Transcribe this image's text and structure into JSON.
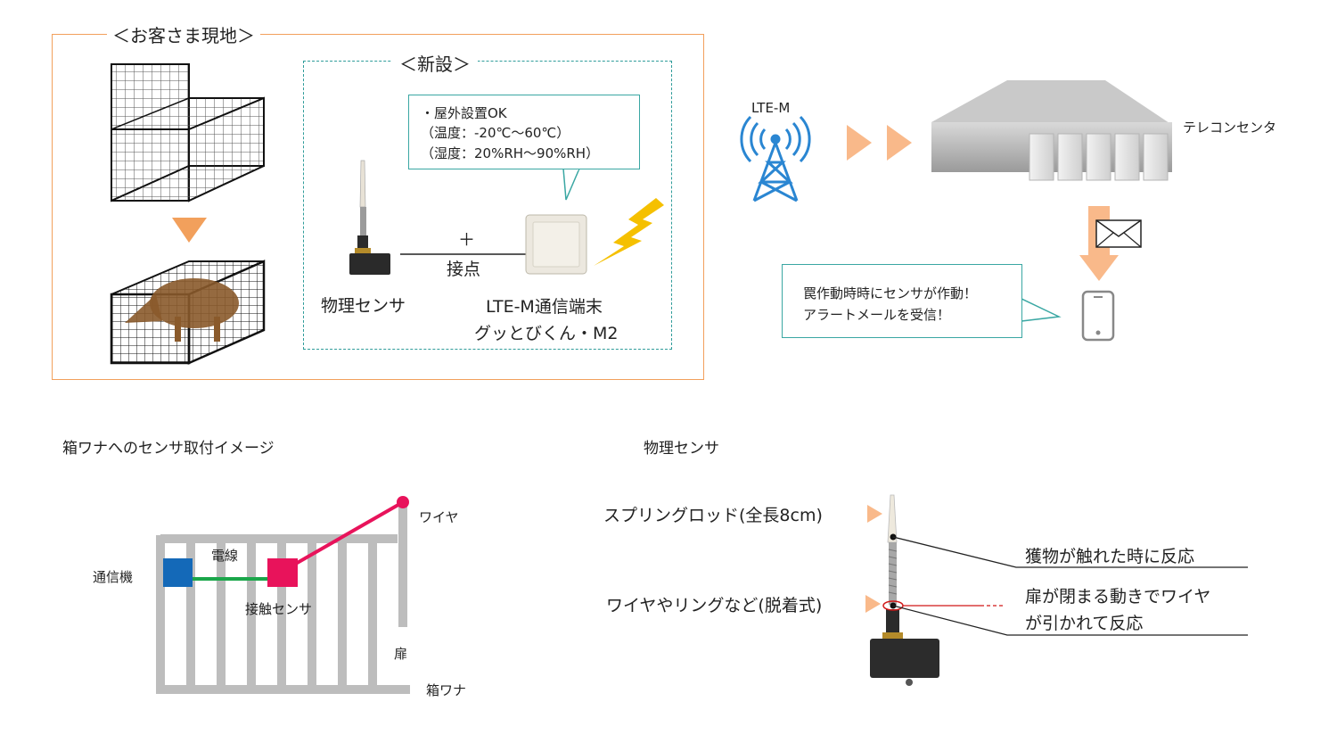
{
  "site": {
    "title": "＜お客さま現地＞",
    "new_title": "＜新設＞",
    "spec": {
      "line1": "・屋外設置OK",
      "line2": "（温度：-20℃～60℃）",
      "line3": "（湿度：20%RH～90%RH）"
    },
    "plus_label": "＋",
    "contact_label": "接点",
    "sensor_label": "物理センサ",
    "device_label_1": "LTE-M通信端末",
    "device_label_2": "グッとびくん・M2"
  },
  "network": {
    "lte_label": "LTE-M",
    "center_label": "テレコンセンタ",
    "alert_line1": "罠作動時時にセンサが作動！",
    "alert_line2": "アラートメールを受信！"
  },
  "trap_image": {
    "title": "箱ワナへのセンサ取付イメージ",
    "wire_label": "ワイヤ",
    "cable_label": "電線",
    "comm_label": "通信機",
    "contact_sensor_label": "接触センサ",
    "door_label": "扉",
    "trap_label": "箱ワナ"
  },
  "sensor_detail": {
    "title": "物理センサ",
    "rod_label": "スプリングロッド(全長8cm)",
    "ring_label": "ワイヤやリングなど(脱着式)",
    "react1": "獲物が触れた時に反応",
    "react2_line1": "扉が閉まる動きでワイヤ",
    "react2_line2": "が引かれて反応"
  },
  "colors": {
    "orange": "#f2a05c",
    "teal": "#2f9c9a",
    "pink": "#e8135b",
    "green": "#1aa64a",
    "blue": "#1469b8",
    "gray": "#bdbdbd",
    "lte_blue": "#2a86d2",
    "bolt_yellow": "#f5c000"
  }
}
